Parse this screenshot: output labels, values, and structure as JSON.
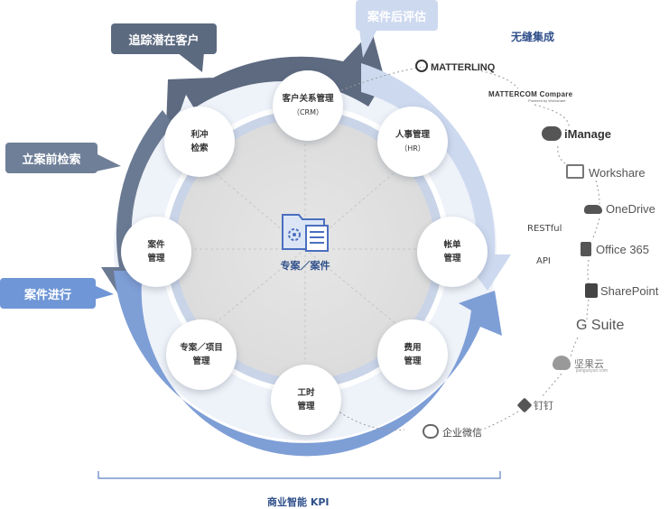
{
  "callouts": {
    "track": "追踪潜在客户",
    "precheck": "立案前检索",
    "progress": "案件进行",
    "post_eval": "案件后评估"
  },
  "integration_title": "无缝集成",
  "center_label": "专案／案件",
  "nodes": {
    "crm_line1": "客户关系管理",
    "crm_line2": "（CRM）",
    "hr_line1": "人事管理",
    "hr_line2": "（HR）",
    "billing_line1": "帐单",
    "billing_line2": "管理",
    "expense_line1": "费用",
    "expense_line2": "管理",
    "time_line1": "工时",
    "time_line2": "管理",
    "project_line1": "专案／项目",
    "project_line2": "管理",
    "case_line1": "案件",
    "case_line2": "管理",
    "conflict_line1": "利冲",
    "conflict_line2": "检索"
  },
  "integrations": {
    "matterlinq": "MATTERLINQ",
    "mattercom": "MATTERCOM Compare",
    "mattercom_sub": "Powered by Workshare",
    "imanage": "iManage",
    "workshare": "Workshare",
    "onedrive": "OneDrive",
    "office365": "Office 365",
    "sharepoint": "SharePoint",
    "gsuite": "G Suite",
    "jianguoyun": "坚果云",
    "jianguoyun_sub": "jianguoyun.com",
    "dingtalk": "钉钉",
    "wecom": "企业微信"
  },
  "api_label_1": "RESTful",
  "api_label_2": "API",
  "bottom_label": "商业智能 KPI",
  "colors": {
    "dark": "#5c6a80",
    "slate": "#6f7f98",
    "blue": "#6f96d6",
    "light": "#cdd9ef",
    "center_icon": "#4a6fbf",
    "title_blue": "#2f4f8a"
  }
}
